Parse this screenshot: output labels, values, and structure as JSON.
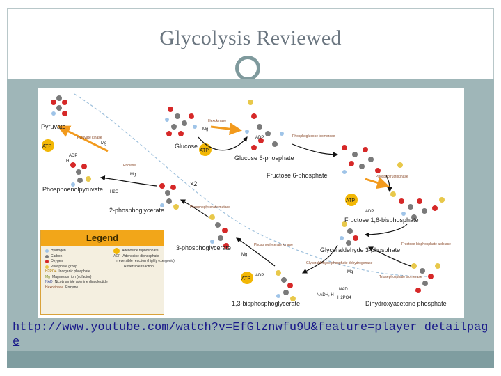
{
  "slide": {
    "title": "Glycolysis Reviewed",
    "link_text": "http://www.youtube.com/watch?v=EfGlznwfu9U&feature=player_detailpage"
  },
  "diagram": {
    "metabolites": {
      "pyruvate": "Pyruvate",
      "glucose": "Glucose",
      "glucose6p": "Glucose 6-phosphate",
      "fructose6p": "Fructose 6-phosphate",
      "fructose16bp": "Fructose 1,6-bisphosphate",
      "pep": "Phosphoenolpyruvate",
      "pg2": "2-phosphoglycerate",
      "pg3": "3-phosphoglycerate",
      "g3p": "Glyceraldehyde 3-phosphate",
      "bpg13": "1,3-bisphosphoglycerate",
      "dhap": "Dihydroxyacetone phosphate"
    },
    "enzymes": {
      "hexokinase": "Hexokinase",
      "phosphoglucose_isomerase": "Phosphoglucose isomerase",
      "phosphofructokinase": "Phosphofructokinase",
      "aldolase": "Fructose-bisphosphate aldolase",
      "tpi": "Triosephosphate isomerase",
      "gapdh": "Glyceraldehyde phosphate dehydrogenase",
      "pgk": "Phosphoglycerate kinase",
      "pgm": "Phosphoglycerate mutase",
      "enolase": "Enolase",
      "pyruvate_kinase": "Pyruvate kinase"
    },
    "cofactors": {
      "atp": "ATP",
      "adp": "ADP",
      "mg": "Mg",
      "h": "H",
      "h2o": "H2O",
      "nad": "NAD",
      "nadh": "NADH, H",
      "pi": "H2PO4",
      "times_two": "×2"
    },
    "legend": {
      "title": "Legend",
      "left_items": [
        "Hydrogen",
        "Carbon",
        "Oxygen",
        "Phosphate group",
        "Inorganic phosphate",
        "Magnesium ion (cofactor)",
        "Nicotinamide adenine dinucleotide",
        "Enzyme"
      ],
      "left_symbols": [
        "",
        "",
        "",
        "",
        "H2PO4",
        "Mg",
        "NAD",
        "Hexokinase"
      ],
      "right_items": [
        "Adenosine triphosphate",
        "Adenosine diphosphate",
        "Irreversible reaction (highly exergonic)",
        "Reversible reaction"
      ],
      "right_symbols": [
        "ATP",
        "ADP",
        "",
        ""
      ],
      "colors": {
        "hydrogen": "#9fc4e8",
        "carbon": "#7a7a7a",
        "oxygen": "#d62828",
        "phosphate": "#e8c84a",
        "atp": "#f2b705",
        "arrow_irreversible": "#f29a1d"
      }
    }
  }
}
